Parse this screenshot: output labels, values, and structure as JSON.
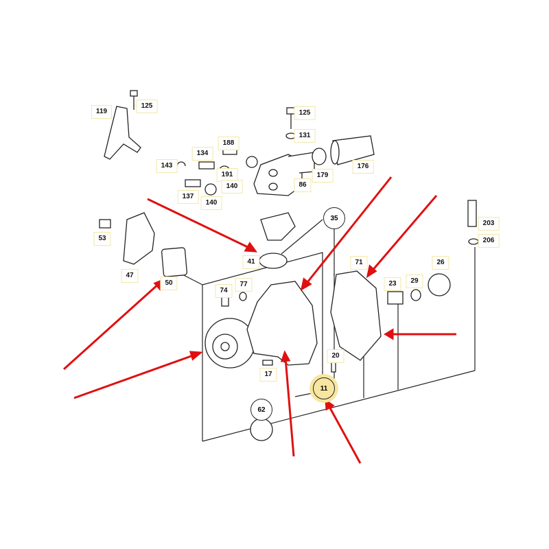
{
  "diagram": {
    "parts": [
      {
        "id": "119"
      },
      {
        "id": "125"
      },
      {
        "id": "125b",
        "label": "125"
      },
      {
        "id": "131"
      },
      {
        "id": "188"
      },
      {
        "id": "134"
      },
      {
        "id": "143"
      },
      {
        "id": "191"
      },
      {
        "id": "140"
      },
      {
        "id": "137"
      },
      {
        "id": "140b",
        "label": "140"
      },
      {
        "id": "86"
      },
      {
        "id": "179"
      },
      {
        "id": "176"
      },
      {
        "id": "35"
      },
      {
        "id": "203"
      },
      {
        "id": "206"
      },
      {
        "id": "53"
      },
      {
        "id": "47"
      },
      {
        "id": "41"
      },
      {
        "id": "50"
      },
      {
        "id": "71"
      },
      {
        "id": "26"
      },
      {
        "id": "23"
      },
      {
        "id": "29"
      },
      {
        "id": "74"
      },
      {
        "id": "77"
      },
      {
        "id": "20"
      },
      {
        "id": "17"
      },
      {
        "id": "11"
      },
      {
        "id": "62"
      }
    ],
    "labels": {
      "p119": "119",
      "p125a": "125",
      "p125b": "125",
      "p131": "131",
      "p188": "188",
      "p134": "134",
      "p143": "143",
      "p191": "191",
      "p140a": "140",
      "p137": "137",
      "p140b": "140",
      "p86": "86",
      "p179": "179",
      "p176": "176",
      "p35": "35",
      "p203": "203",
      "p206": "206",
      "p53": "53",
      "p47": "47",
      "p41": "41",
      "p50": "50",
      "p71": "71",
      "p26": "26",
      "p23": "23",
      "p29": "29",
      "p74": "74",
      "p77": "77",
      "p20": "20",
      "p17": "17",
      "p11": "11",
      "p62": "62"
    },
    "highlighted_part": "11",
    "colors": {
      "arrow": "#e01010",
      "highlight": "#f7e6a0",
      "label_border": "#f3e7a8"
    }
  }
}
